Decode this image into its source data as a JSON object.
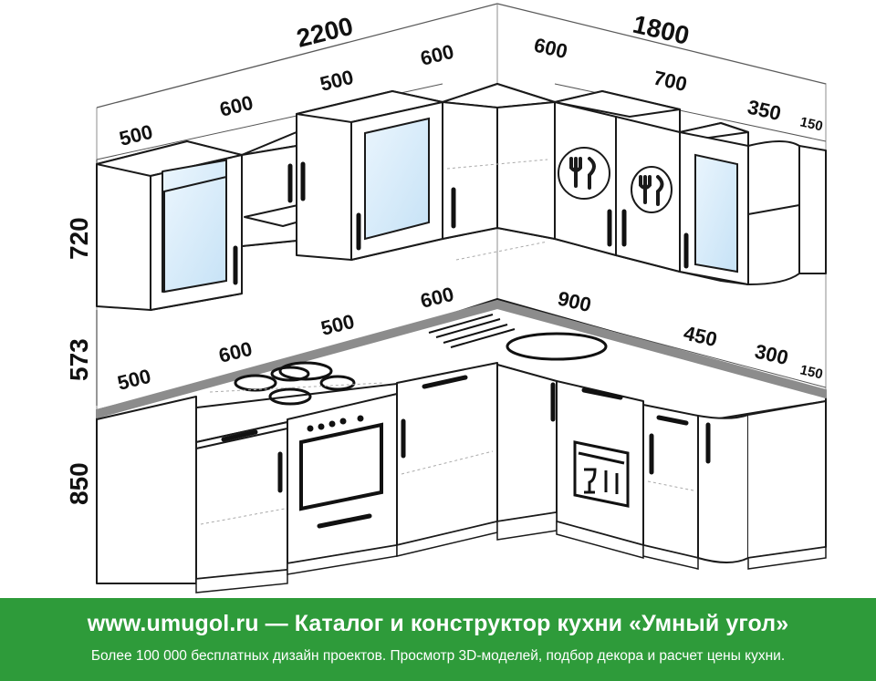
{
  "dimensions": {
    "top_left_total": "2200",
    "top_right_total": "1800",
    "upper_left": [
      "500",
      "600",
      "500",
      "600"
    ],
    "upper_right": [
      "600",
      "700",
      "350",
      "150"
    ],
    "lower_left": [
      "500",
      "600",
      "500",
      "600"
    ],
    "lower_right": [
      "900",
      "450",
      "300",
      "150"
    ],
    "height_upper": "720",
    "height_gap": "573",
    "height_lower": "850"
  },
  "footer": {
    "title": "www.umugol.ru  —  Каталог и конструктор кухни «Умный угол»",
    "subtitle": "Более 100 000 бесплатных дизайн проектов. Просмотр 3D-моделей, подбор декора и расчет цены кухни."
  },
  "colors": {
    "banner": "#2e9b3a",
    "line": "#1a1a1a",
    "wall": "#b3b3b3",
    "countertop": "#8c8c8c",
    "glass": "#cde6f7"
  }
}
